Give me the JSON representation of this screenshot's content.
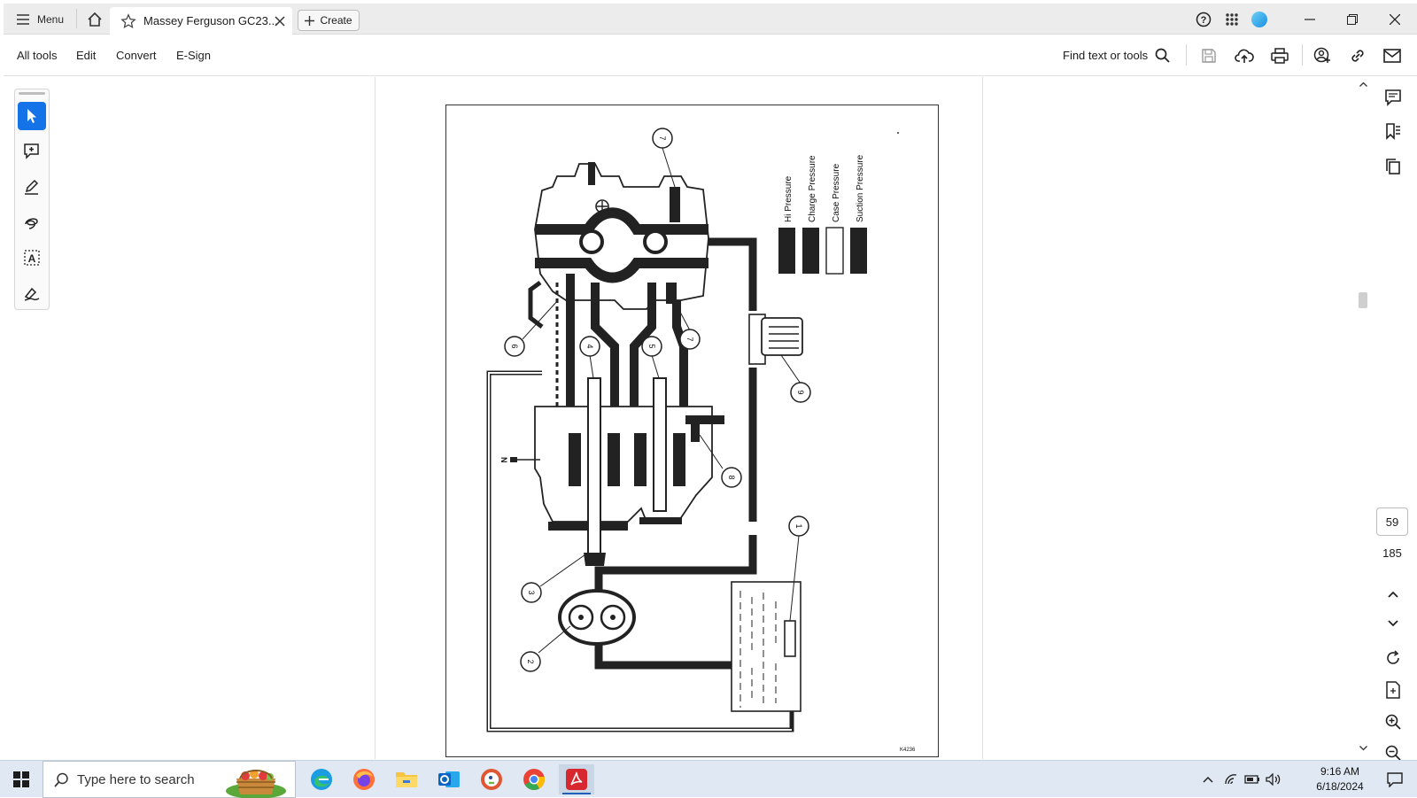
{
  "titlebar": {
    "menu_label": "Menu",
    "tab_title": "Massey Ferguson GC23...",
    "create_label": "Create"
  },
  "menubar": {
    "items": [
      "All tools",
      "Edit",
      "Convert",
      "E-Sign"
    ],
    "find_label": "Find text or tools"
  },
  "document": {
    "legend": [
      "Hi Pressure",
      "Charge Pressure",
      "Case Pressure",
      "Suction Pressure"
    ],
    "callouts": [
      "7",
      "7",
      "6",
      "4",
      "5",
      "9",
      "8",
      "1",
      "3",
      "2"
    ],
    "marker_n": "N",
    "figure_code": "K4236"
  },
  "navigation": {
    "current_page": "59",
    "total_pages": "185"
  },
  "taskbar": {
    "search_placeholder": "Type here to search",
    "time": "9:16 AM",
    "date": "6/18/2024"
  },
  "colors": {
    "accent": "#1473e6",
    "acrobat_red": "#d7282f"
  }
}
